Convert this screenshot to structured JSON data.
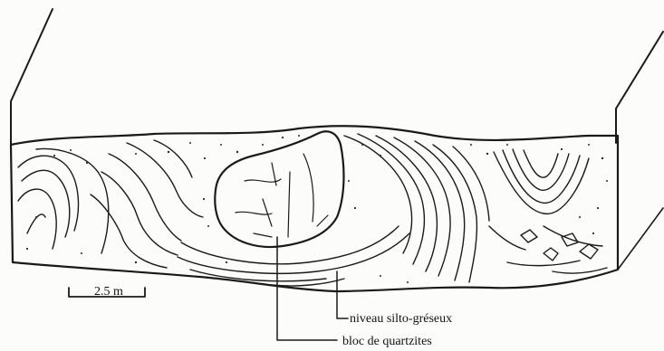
{
  "scale_bar": {
    "label": "2.5 m"
  },
  "labels": {
    "silt_level": "niveau silto-gréseux",
    "quartzite_block": "bloc de quartzites"
  }
}
